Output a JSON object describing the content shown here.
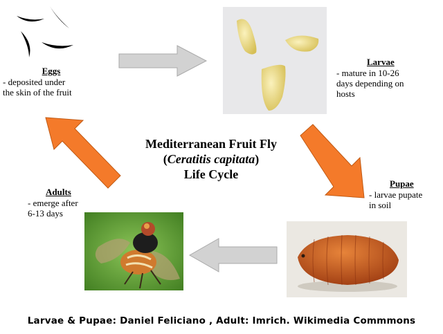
{
  "title": {
    "line1": "Mediterranean Fruit Fly",
    "paren_open": "(",
    "scientific_name": "Ceratitis capitata",
    "paren_close": ")",
    "line3": "Life Cycle"
  },
  "stages": {
    "eggs": {
      "title": "Eggs",
      "text": [
        "- deposited under",
        "the skin of the fruit"
      ]
    },
    "larvae": {
      "title": "Larvae",
      "text": [
        "- mature in 10-26",
        "days depending on",
        "hosts"
      ]
    },
    "pupae": {
      "title": "Pupae",
      "text": [
        "- larvae pupate",
        "in soil"
      ]
    },
    "adults": {
      "title": "Adults",
      "text": [
        "- emerge after",
        "6-13 days"
      ]
    }
  },
  "credit": "Larvae & Pupae: Daniel Feliciano , Adult: Imrich. Wikimedia Commmons",
  "colors": {
    "orange_arrow": "#f47a2a",
    "gray_arrow": "#d2d2d2",
    "larva": "#ecd880",
    "pupa": "#c6561c",
    "leaf": "#6aa53a"
  }
}
